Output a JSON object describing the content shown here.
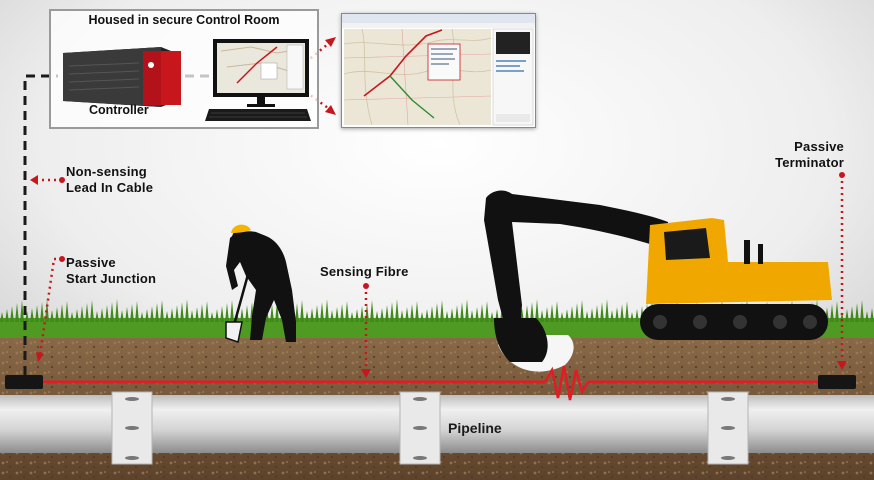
{
  "control_room": {
    "title": "Housed in secure Control Room",
    "controller_label": "Controller"
  },
  "labels": {
    "lead_in": [
      "Non-sensing",
      "Lead In Cable"
    ],
    "start_junction": [
      "Passive",
      "Start Junction"
    ],
    "sensing_fibre": "Sensing Fibre",
    "terminator": [
      "Passive",
      "Terminator"
    ],
    "pipeline": "Pipeline"
  },
  "colors": {
    "fibre": "#e31b23",
    "pointer": "#c8161d",
    "grass": "#4f9a22",
    "soil": "#7a5a3c",
    "pipe": "#d7d7d7",
    "excavator": "#f0a800",
    "silhouette": "#111111",
    "helmet": "#f4b400"
  },
  "icons": [
    "controller-unit-icon",
    "monitor-icon",
    "keyboard-icon",
    "worker-silhouette-icon",
    "excavator-silhouette-icon",
    "map-screenshot-icon"
  ]
}
